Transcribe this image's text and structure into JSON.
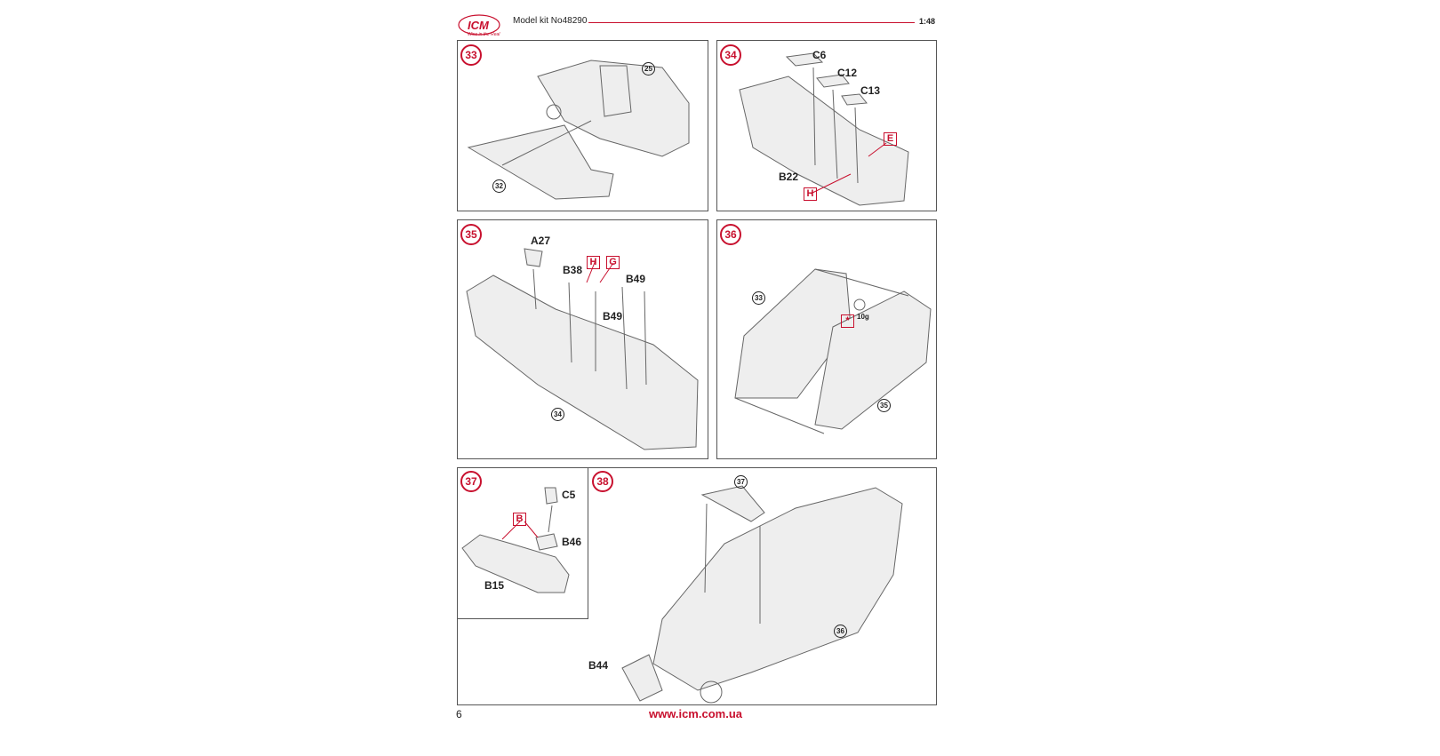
{
  "header": {
    "brand": "ICM",
    "brand_slogan": "Wins in the Real",
    "title": "Model kit No48290",
    "scale": "1:48"
  },
  "accent_color": "#c8102e",
  "steps": {
    "s33": {
      "number": "33",
      "refs": [
        "25",
        "32"
      ]
    },
    "s34": {
      "number": "34",
      "parts": [
        "C6",
        "C12",
        "C13",
        "B22"
      ],
      "paint": [
        "E",
        "H"
      ]
    },
    "s35": {
      "number": "35",
      "parts": [
        "A27",
        "B38",
        "B49",
        "B49"
      ],
      "paint": [
        "H",
        "G"
      ],
      "refs": [
        "34"
      ]
    },
    "s36": {
      "number": "36",
      "refs": [
        "33",
        "35"
      ],
      "weight": "10g",
      "weight_symbol": "*"
    },
    "s37": {
      "number": "37",
      "parts": [
        "C5",
        "B46",
        "B15"
      ],
      "paint": [
        "B"
      ]
    },
    "s38": {
      "number": "38",
      "refs": [
        "37",
        "36"
      ],
      "parts": [
        "B44"
      ]
    }
  },
  "footer": {
    "page": "6",
    "url": "www.icm.com.ua"
  }
}
